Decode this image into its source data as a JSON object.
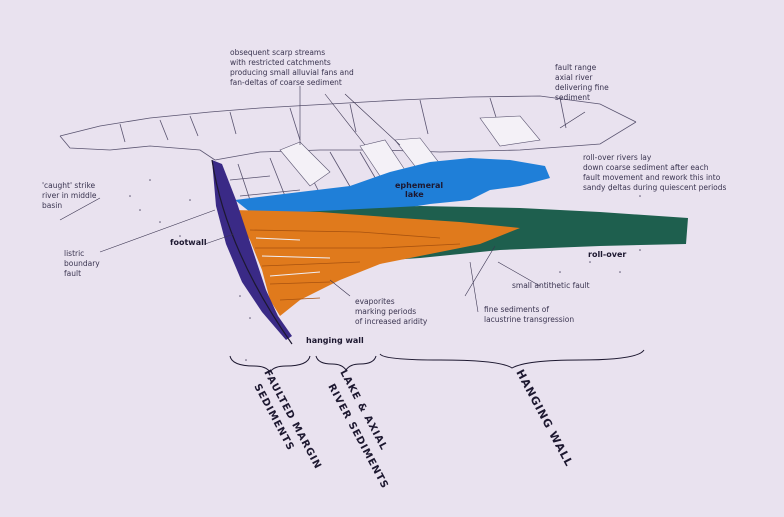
{
  "annotations": {
    "obsequent_1": "obsequent scarp streams",
    "obsequent_2": "with restricted catchments",
    "obsequent_3": "producing small alluvial fans and",
    "obsequent_4": "fan-deltas of coarse sediment",
    "axial_1": "fault range",
    "axial_2": "axial river",
    "axial_3": "delivering fine",
    "axial_4": "sediment",
    "rollover_rivers_1": "roll-over rivers lay",
    "rollover_rivers_2": "down coarse sediment after each",
    "rollover_rivers_3": "fault movement and rework this into",
    "rollover_rivers_4": "sandy deltas during quiescent periods",
    "caught_1": "'caught' strike",
    "caught_2": "river in middle",
    "caught_3": "basin",
    "ephemeral_1": "ephemeral",
    "ephemeral_2": "lake",
    "footwall": "footwall",
    "fault_1": "listric",
    "fault_2": "boundary",
    "fault_3": "fault",
    "rollover": "roll-over",
    "antithetic": "small antithetic fault",
    "evap_1": "evaporites",
    "evap_2": "marking periods",
    "evap_3": "of increased aridity",
    "fine_1": "fine sediments of",
    "fine_2": "lacustrine transgression",
    "hanging_wall_small": "hanging wall",
    "faulted_1": "FAULTED MARGIN",
    "faulted_2": "SEDIMENTS",
    "lake_axial_1": "LAKE & AXIAL",
    "lake_axial_2": "RIVER SEDIMENTS",
    "hanging_wall_big": "HANGING WALL"
  },
  "colors": {
    "background": "#e9e2ef",
    "lake": "#1f7fd8",
    "hanging_wall_green": "#1e5f4e",
    "orange_sediment": "#e07a1c",
    "faulted_margin_purple": "#3a2a86",
    "ink": "#3a3450"
  }
}
